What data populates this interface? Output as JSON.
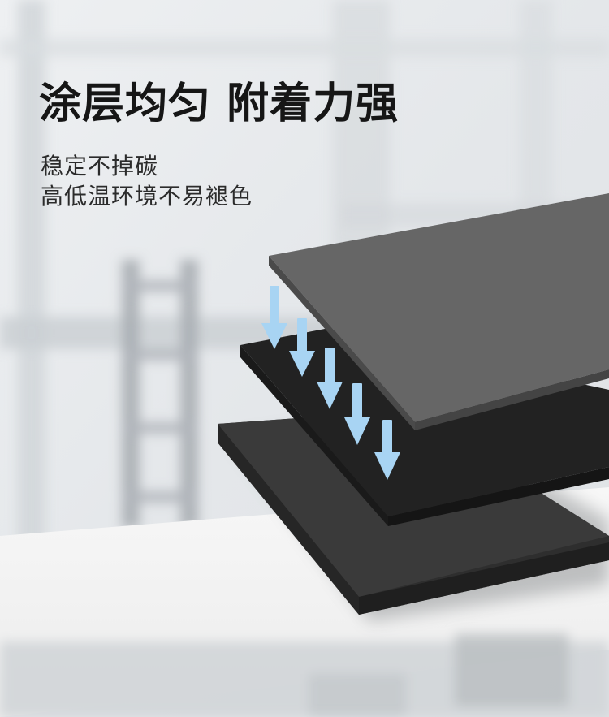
{
  "headline": "涂层均匀 附着力强",
  "features": [
    "稳定不掉碳",
    "高低温环境不易褪色"
  ],
  "colors": {
    "top_sheet": "#666666",
    "middle_sheet": "#222222",
    "bottom_sheet": "#383838",
    "arrow": "#a8d4f3",
    "headline_text": "#161616",
    "body_text": "#2b2b2b"
  },
  "decor": {
    "arrow_icon": "down-arrow-icon",
    "arrow_count": 5
  }
}
